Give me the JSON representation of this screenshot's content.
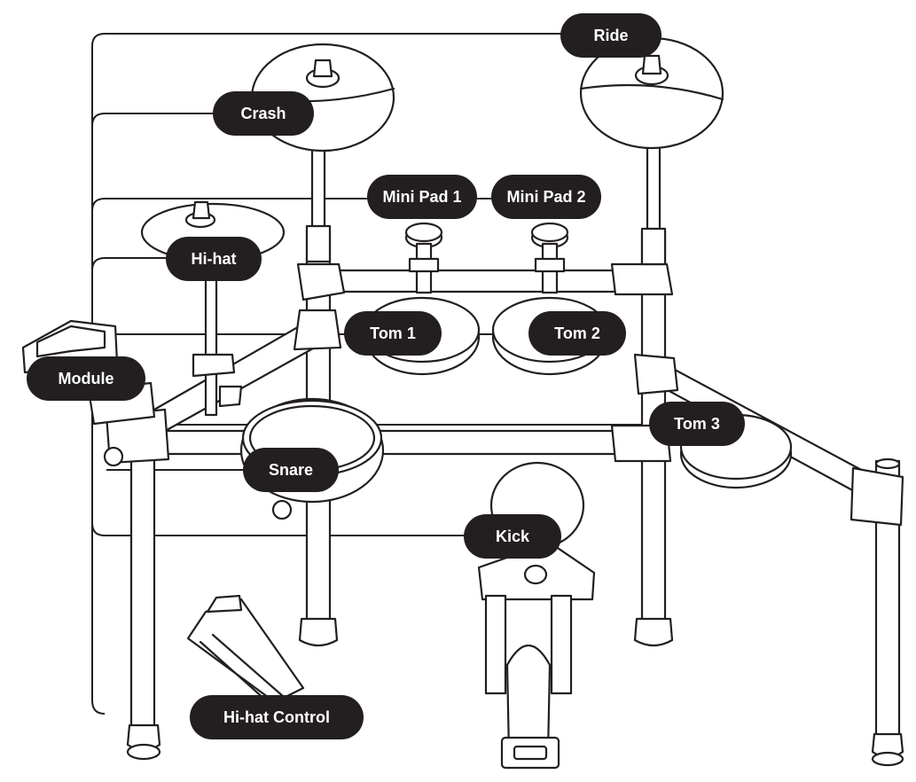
{
  "labels": {
    "ride": "Ride",
    "crash": "Crash",
    "mini_pad_1": "Mini Pad 1",
    "mini_pad_2": "Mini Pad 2",
    "hihat": "Hi-hat",
    "tom1": "Tom 1",
    "tom2": "Tom 2",
    "module": "Module",
    "tom3": "Tom 3",
    "snare": "Snare",
    "kick": "Kick",
    "hihat_control": "Hi-hat Control"
  },
  "colors": {
    "label_bg": "#231f20",
    "label_text": "#ffffff",
    "line": "#231f20",
    "background": "#ffffff"
  }
}
